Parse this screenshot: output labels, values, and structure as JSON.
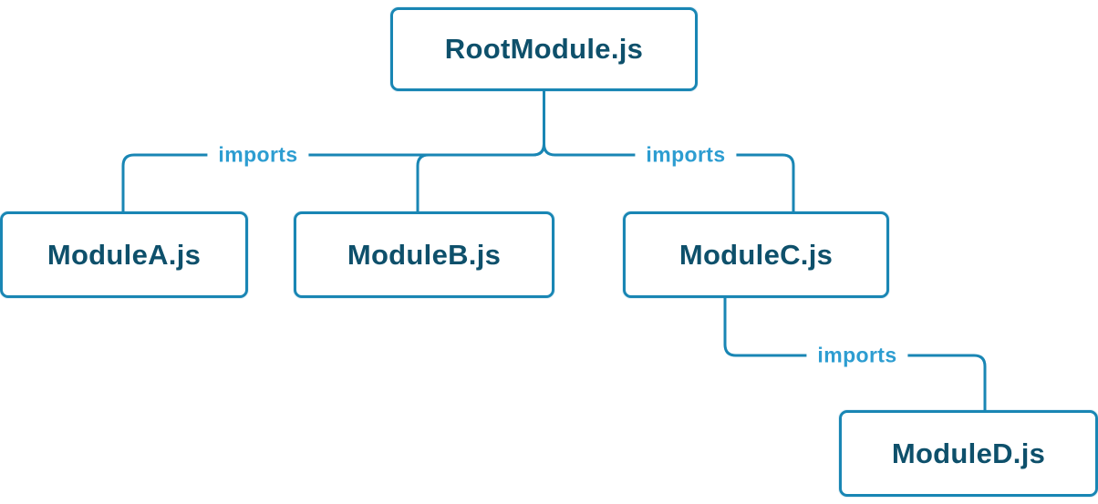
{
  "diagram": {
    "type": "dependency-tree",
    "nodes": [
      {
        "id": "root",
        "label": "RootModule.js"
      },
      {
        "id": "moduleA",
        "label": "ModuleA.js"
      },
      {
        "id": "moduleB",
        "label": "ModuleB.js"
      },
      {
        "id": "moduleC",
        "label": "ModuleC.js"
      },
      {
        "id": "moduleD",
        "label": "ModuleD.js"
      }
    ],
    "edges": [
      {
        "from": "RootModule.js",
        "to": "ModuleA.js",
        "label": "imports"
      },
      {
        "from": "RootModule.js",
        "to": "ModuleB.js",
        "label": ""
      },
      {
        "from": "RootModule.js",
        "to": "ModuleC.js",
        "label": "imports"
      },
      {
        "from": "ModuleC.js",
        "to": "ModuleD.js",
        "label": "imports"
      }
    ],
    "colors": {
      "node_border": "#1986b4",
      "node_text": "#0e506b",
      "edge_line": "#1986b4",
      "edge_label_text": "#2d9dd1",
      "background": "#ffffff"
    }
  }
}
